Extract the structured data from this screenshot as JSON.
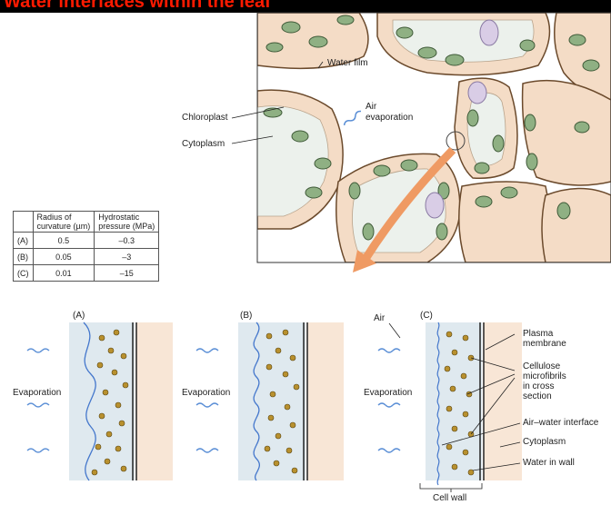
{
  "header": {
    "title": "Water interfaces within the leaf"
  },
  "cell_labels": {
    "water_film": "Water film",
    "air_evaporation": [
      "Air",
      "evaporation"
    ],
    "chloroplast": "Chloroplast",
    "cytoplasm": "Cytoplasm"
  },
  "table": {
    "col1": [
      "Radius of",
      "curvature (µm)"
    ],
    "col2": [
      "Hydrostatic",
      "pressure (MPa)"
    ],
    "rows": [
      {
        "label": "(A)",
        "radius": "0.5",
        "pressure": "–0.3"
      },
      {
        "label": "(B)",
        "radius": "0.05",
        "pressure": "–3"
      },
      {
        "label": "(C)",
        "radius": "0.01",
        "pressure": "–15"
      }
    ]
  },
  "panels": {
    "A": {
      "tag": "(A)",
      "evaporation": "Evaporation"
    },
    "B": {
      "tag": "(B)",
      "evaporation": "Evaporation"
    },
    "C": {
      "tag": "(C)",
      "evaporation": "Evaporation",
      "air": "Air"
    }
  },
  "legend": {
    "plasma_membrane": [
      "Plasma",
      "membrane"
    ],
    "cellulose": [
      "Cellulose",
      "microfibrils",
      "in cross",
      "section"
    ],
    "air_water": "Air–water interface",
    "cytoplasm": "Cytoplasm",
    "water_in_wall": "Water in wall",
    "cell_wall": "Cell wall"
  },
  "colors": {
    "title": "#ff1a00",
    "cell_wall": "#f4dcc6",
    "chloroplast": "#8fb083",
    "water_wall": "#dfe9ef",
    "arrow": "#ef9a63",
    "wave": "#5b8fd6",
    "microfibril": "#b8902e"
  }
}
